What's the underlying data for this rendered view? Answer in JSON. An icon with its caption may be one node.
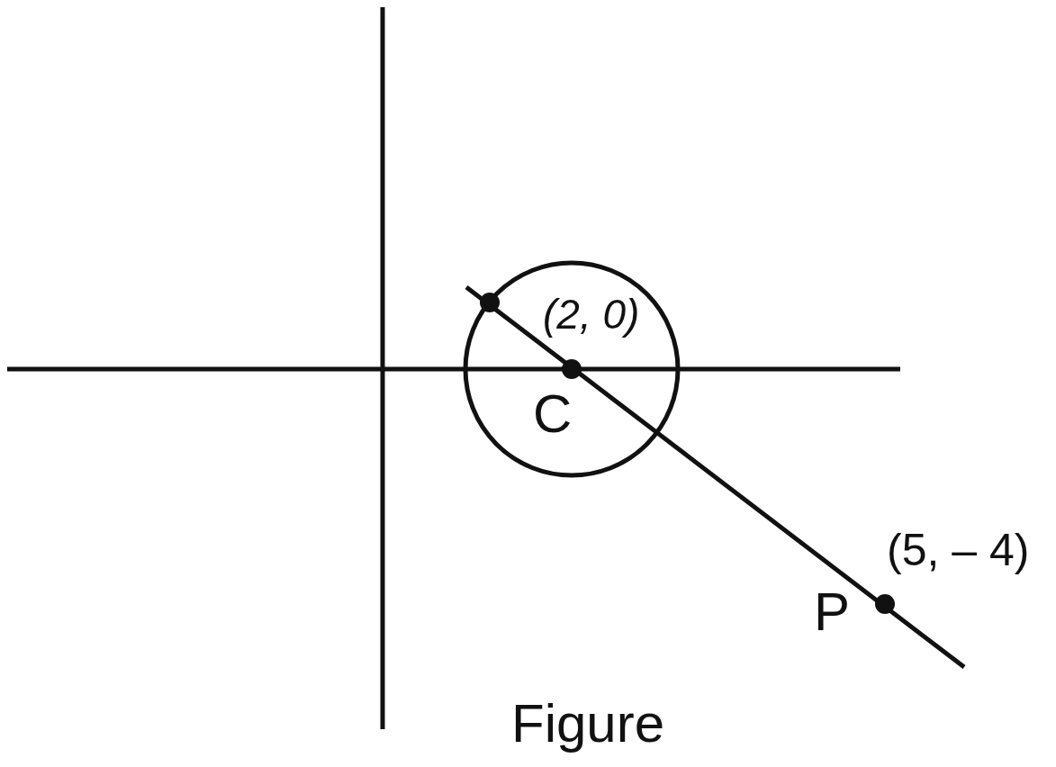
{
  "diagram": {
    "caption": "Figure",
    "labels": [
      "(2, 0)",
      "C",
      "(5, – 4)",
      "P"
    ]
  }
}
